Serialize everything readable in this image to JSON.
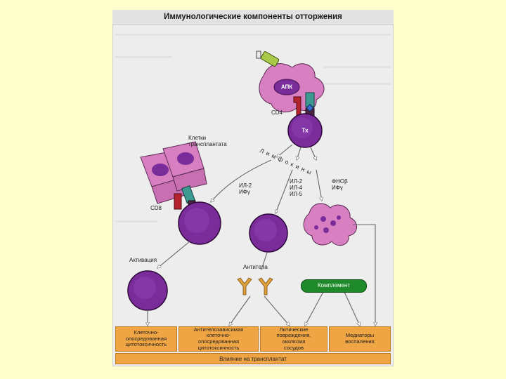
{
  "title": "Иммунологические компоненты отторжения",
  "labels": {
    "apc": "АПК",
    "th": "Тх",
    "cd4": "CD4",
    "cd8": "CD8",
    "graft_cells": "Клетки\nтрансплантата",
    "lymphokines": "Лимфокины",
    "il2_ifn": "ИЛ-2\nИФγ",
    "il_list": "ИЛ-2\nИЛ-4\nИЛ-5",
    "tnf_ifn": "ФНОβ\nИФγ",
    "activation": "Активация",
    "antibodies": "Антитела",
    "complement": "Комплемент"
  },
  "boxes": [
    "Клеточно-\nопосредованная\nцитотоксичность",
    "Антителозависимая\nклеточно-\nопосредованная\nцитотоксичность",
    "Литические\nповреждения,\nокклюзия\nсосудов",
    "Медиаторы\nвоспаления"
  ],
  "bottom_label": "Влияние на трансплантат",
  "colors": {
    "cell_purple": "#7a2c9b",
    "cell_pink": "#d77fc0",
    "box_orange": "#f0a544",
    "complement_green": "#1f8a2a",
    "antibody_yellow": "#e0a13a",
    "receptor_red": "#b3242c",
    "receptor_teal": "#3c9a93",
    "page_yellow": "#ffffcc"
  }
}
